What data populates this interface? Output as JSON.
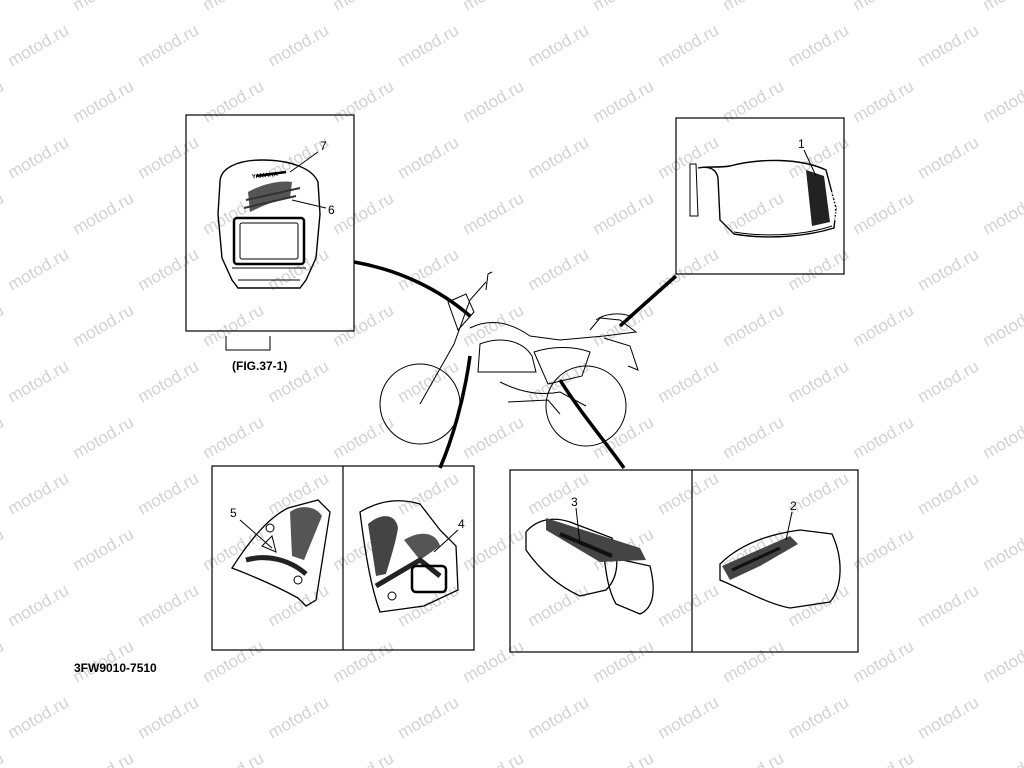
{
  "watermark": "motod.ru",
  "figure_reference": "(FIG.37-1)",
  "drawing_number": "3FW9010-7510",
  "callouts": {
    "seat_emblem": "1",
    "side_cover_right": "2",
    "side_cover_left": "3",
    "tank_graphic_right": "4",
    "tank_graphic_left": "5",
    "headlight_graphic": "6",
    "headlight_emblem": "7"
  },
  "brand_marking": "YAMAHA",
  "colors": {
    "line": "#000000",
    "watermark": "#d2d2d2",
    "background": "#ffffff"
  }
}
